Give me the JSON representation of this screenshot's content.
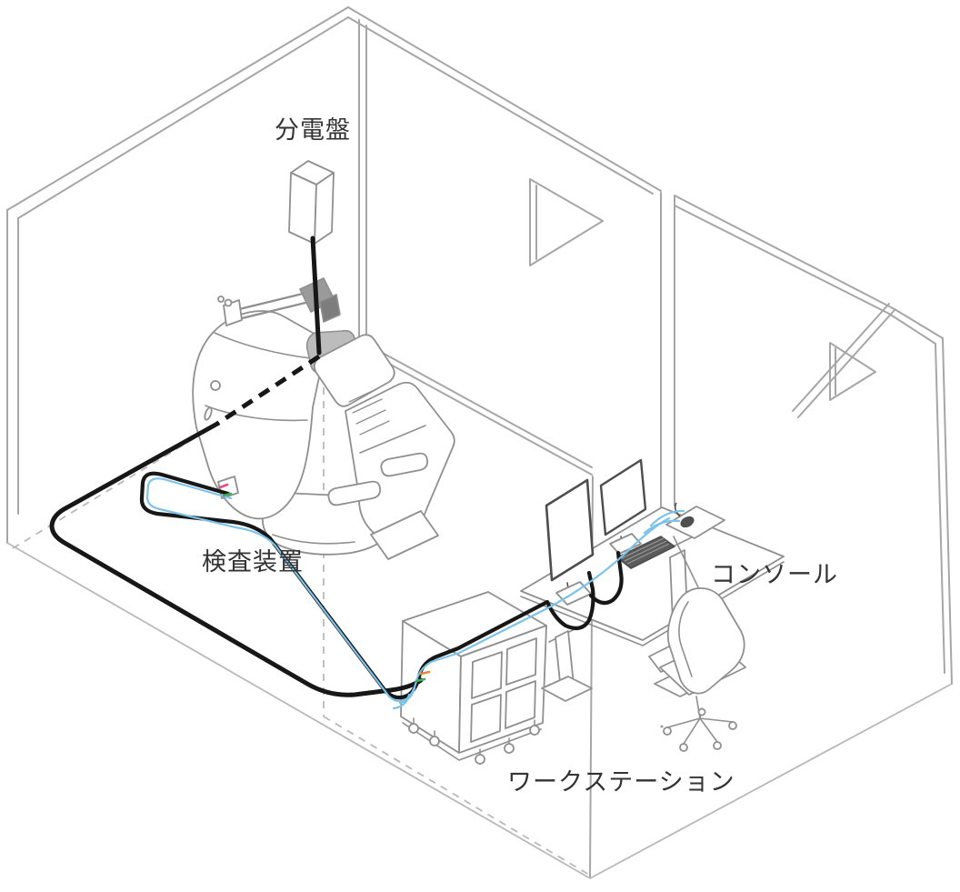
{
  "labels": {
    "distribution_board": "分電盤",
    "inspection_device": "検査装置",
    "console": "コンソール",
    "workstation": "ワークステーション"
  },
  "colors": {
    "background": "#ffffff",
    "outline": "#a6a6a6",
    "outline_soft": "#b9b9b9",
    "equipment": "#8f8f8f",
    "device_dark": "#4d4d4d",
    "power_cable": "#171717",
    "signal_cable": "#7cc2ea",
    "label_text": "#333333",
    "tag_red": "#e0507a",
    "tag_green": "#3fae5f",
    "tag_orange": "#e08a3c"
  },
  "cables": [
    {
      "name": "power-cable",
      "color_key": "power_cable",
      "style": "thick solid, dashed where hidden inside device"
    },
    {
      "name": "signal-cable",
      "color_key": "signal_cable",
      "style": "thin solid"
    }
  ]
}
